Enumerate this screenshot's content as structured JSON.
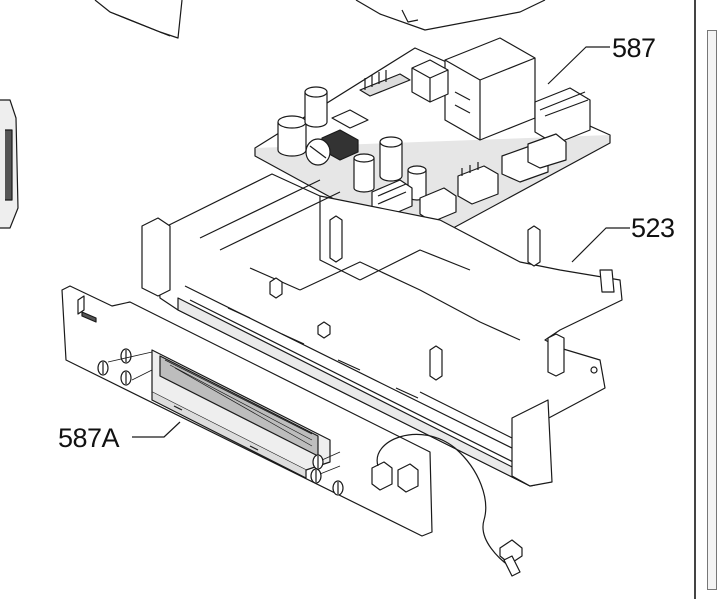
{
  "labels": {
    "board_587": "587",
    "housing_523": "523",
    "display_587a": "587A"
  },
  "colors": {
    "line": "#1a1a1a",
    "fill_light": "#ffffff",
    "fill_grey": "#e6e6e6",
    "fill_dark": "#555555"
  }
}
